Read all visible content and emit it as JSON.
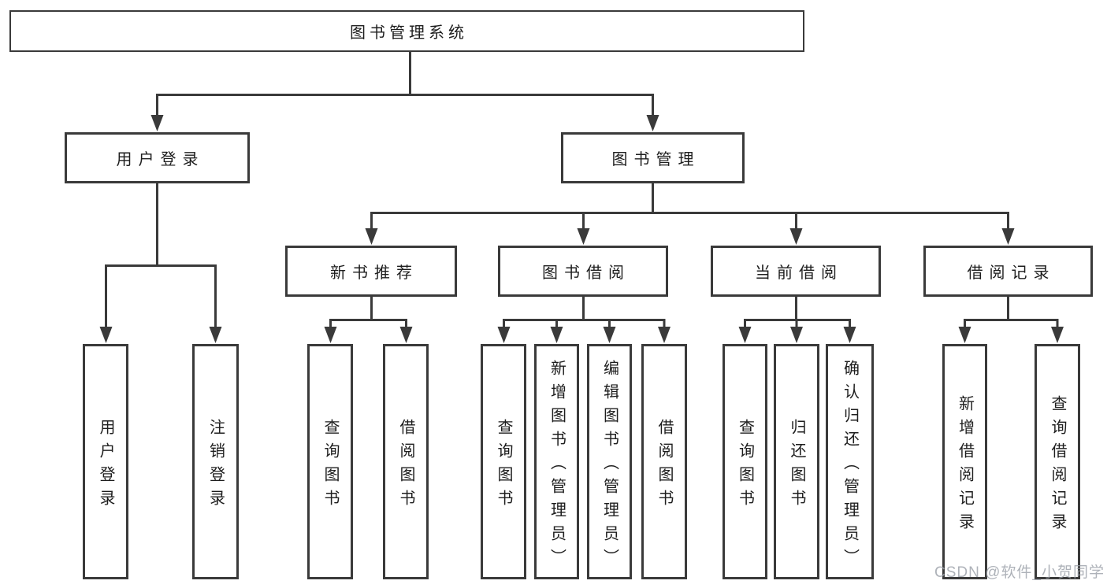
{
  "tree": {
    "root": "图书管理系统",
    "branches": [
      {
        "label": "用户登录",
        "children": [
          "用户登录",
          "注销登录"
        ]
      },
      {
        "label": "图书管理",
        "groups": [
          {
            "label": "新书推荐",
            "children": [
              "查询图书",
              "借阅图书"
            ]
          },
          {
            "label": "图书借阅",
            "children": [
              "查询图书",
              "新增图书（管理员）",
              "编辑图书（管理员）",
              "借阅图书"
            ]
          },
          {
            "label": "当前借阅",
            "children": [
              "查询图书",
              "归还图书",
              "确认归还（管理员）"
            ]
          },
          {
            "label": "借阅记录",
            "children": [
              "新增借阅记录",
              "查询借阅记录"
            ]
          }
        ]
      }
    ]
  },
  "watermark": {
    "text": "CSDN @软件_小贺同学"
  },
  "colors": {
    "line": "#3a3a3a",
    "text": "#1e1e1e",
    "watermark": "#9aa0a8",
    "background": "#ffffff"
  }
}
